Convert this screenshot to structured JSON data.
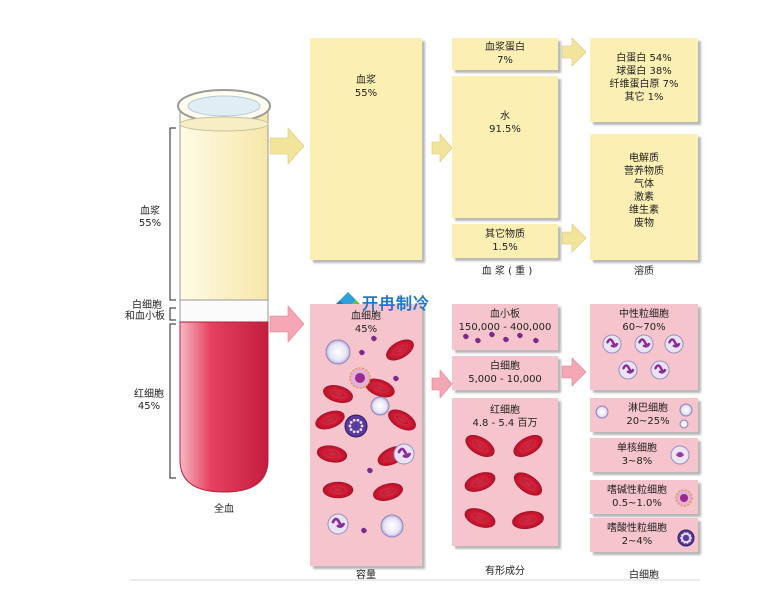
{
  "tube": {
    "plasma_label": "血浆\n55%",
    "wbc_label": "白细胞",
    "platelet_label": "和血小板",
    "rbc_label": "红细胞\n45%",
    "bottom_label": "全血"
  },
  "plasma": {
    "main": "血浆\n55%",
    "protein": "血浆蛋白\n7%",
    "water": "水\n91.5%",
    "other": "其它物质\n1.5%",
    "caption": "血 浆 ( 重 )",
    "protein_breakdown": "白蛋白 54%\n球蛋白 38%\n纤维蛋白原 7%\n其它 1%",
    "solutes": "电解质\n营养物质\n气体\n激素\n维生素\n废物",
    "solute_caption": "溶质"
  },
  "cells": {
    "main": "血细胞\n45%",
    "platelet": "血小板\n150,000 - 400,000",
    "wbc": "白细胞\n5,000 - 10,000",
    "rbc": "红细胞\n4.8 - 5.4 百万",
    "caption_volume": "容量",
    "caption_formed": "有形成分",
    "caption_wbc": "白细胞"
  },
  "wbc_types": {
    "neutrophil": "中性粒细胞\n60~70%",
    "lymphocyte": "淋巴细胞\n20~25%",
    "monocyte": "单核细胞\n3~8%",
    "basophil": "嗜碱性粒细胞\n0.5~1.0%",
    "eosinophil": "嗜酸性粒细胞\n2~4%"
  },
  "watermark": {
    "text": "开冉制冷"
  },
  "colors": {
    "plasma_box": "#fbefb3",
    "cell_box": "#f6c4cc",
    "rbc": "#d6263a",
    "tube_plasma": "#fbf3c8",
    "tube_blood": "#d82a48"
  }
}
